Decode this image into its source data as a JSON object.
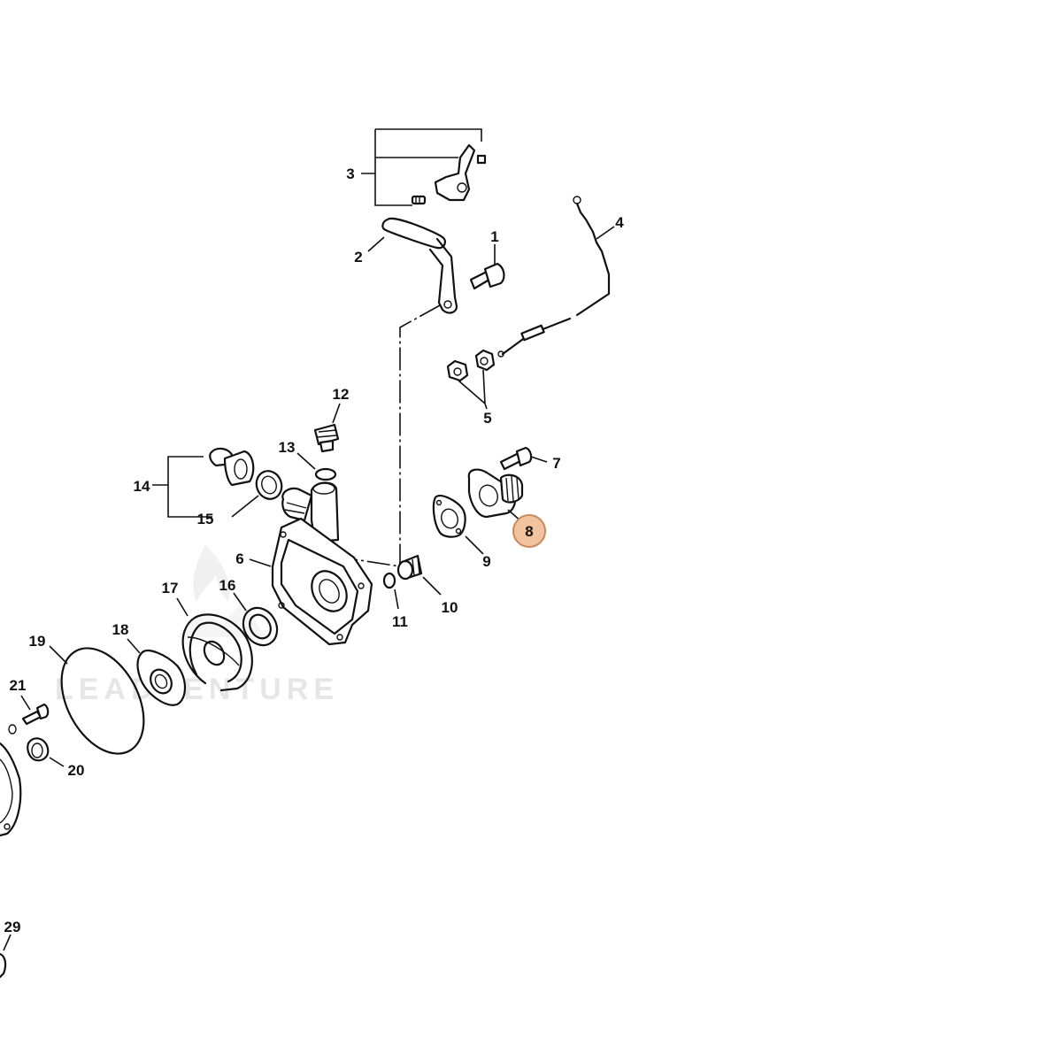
{
  "watermark": "LEADVENTURE",
  "highlight_color": "#f2c49e",
  "callouts": {
    "c1": "1",
    "c2": "2",
    "c3": "3",
    "c4": "4",
    "c5": "5",
    "c6": "6",
    "c7": "7",
    "c8": "8",
    "c9": "9",
    "c10": "10",
    "c11": "11",
    "c12": "12",
    "c13": "13",
    "c14": "14",
    "c15": "15",
    "c16": "16",
    "c17": "17",
    "c18": "18",
    "c19": "19",
    "c20": "20",
    "c21": "21",
    "c29": "29"
  },
  "highlighted_part": "8",
  "icons": {
    "watermark_logo": "flame-mountain-logo-icon"
  }
}
